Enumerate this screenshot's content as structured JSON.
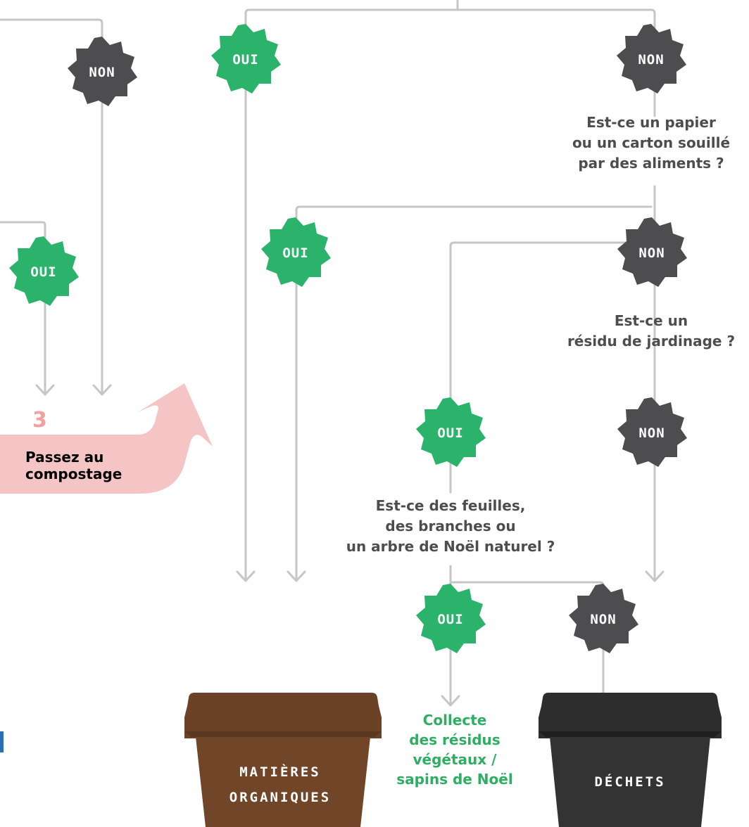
{
  "colors": {
    "oui_badge": "#2bb36b",
    "non_badge": "#4d4d4f",
    "lines": "#c6c6c6",
    "arrow_compost": "#f5c4c4",
    "bin_organic": "#6b4226",
    "bin_waste": "#2d2d2d",
    "green_text": "#2dae62"
  },
  "badges": {
    "non_top_left": "NON",
    "oui_top": "OUI",
    "non_top_right": "NON",
    "oui_left": "OUI",
    "oui_mid": "OUI",
    "non_mid": "NON",
    "oui_garden": "OUI",
    "non_garden": "NON",
    "oui_leaves": "OUI",
    "non_leaves": "NON"
  },
  "questions": {
    "paper": "Est-ce un papier\nou un carton souillé\npar des aliments ?",
    "garden": "Est-ce un\nrésidu de jardinage ?",
    "leaves": "Est-ce des feuilles,\ndes branches ou\nun arbre de Noël naturel ?"
  },
  "compost_step": {
    "number": "3",
    "text": "Passez au\ncompostage"
  },
  "outcomes": {
    "organic_line1": "MATIÈRES",
    "organic_line2": "ORGANIQUES",
    "green_collection": "Collecte\ndes résidus\nvégétaux /\nsapins de Noël",
    "waste": "DÉCHETS"
  }
}
